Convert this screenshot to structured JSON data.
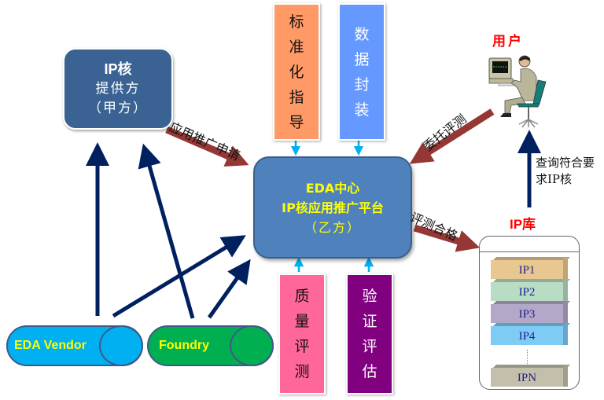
{
  "diagram": {
    "provider": {
      "line1": "IP核",
      "line2": "提供方",
      "line3": "（甲方）"
    },
    "platform": {
      "line1": "EDA中心",
      "line2": "IP核应用推广平台",
      "line3": "（乙方）"
    },
    "top_boxes": [
      {
        "chars": [
          "标",
          "准",
          "化",
          "指",
          "导"
        ],
        "color": "#ff9966"
      },
      {
        "chars": [
          "数",
          "据",
          "封",
          "装"
        ],
        "color": "#6699ff"
      }
    ],
    "bottom_boxes": [
      {
        "chars": [
          "质",
          "量",
          "评",
          "测"
        ],
        "color": "#ff6699"
      },
      {
        "chars": [
          "验",
          "证",
          "评",
          "估"
        ],
        "color": "#800080"
      }
    ],
    "cylinders": [
      {
        "label": "EDA Vendor",
        "color": "#00b0f0"
      },
      {
        "label": "Foundry",
        "color": "#00b050"
      }
    ],
    "user": {
      "label": "用户"
    },
    "ip_library": {
      "title": "IP库",
      "items": [
        {
          "label": "IP1",
          "color": "#e8c890"
        },
        {
          "label": "IP2",
          "color": "#b8dcc4"
        },
        {
          "label": "IP3",
          "color": "#b4a8c8"
        },
        {
          "label": "IP4",
          "color": "#7ecbf5"
        },
        {
          "label": "IPN",
          "color": "#c4bfaa"
        }
      ]
    },
    "arrow_labels": {
      "apply": "应用推广申请",
      "commission": "委托评测",
      "pass": "评测合格",
      "query": "查询符合要求IP核"
    },
    "colors": {
      "red_arrow": "#953735",
      "navy_arrow": "#002060",
      "cyan_arrow": "#00b0f0",
      "title_red": "#ff0000",
      "platform_text": "#ffff00"
    }
  }
}
